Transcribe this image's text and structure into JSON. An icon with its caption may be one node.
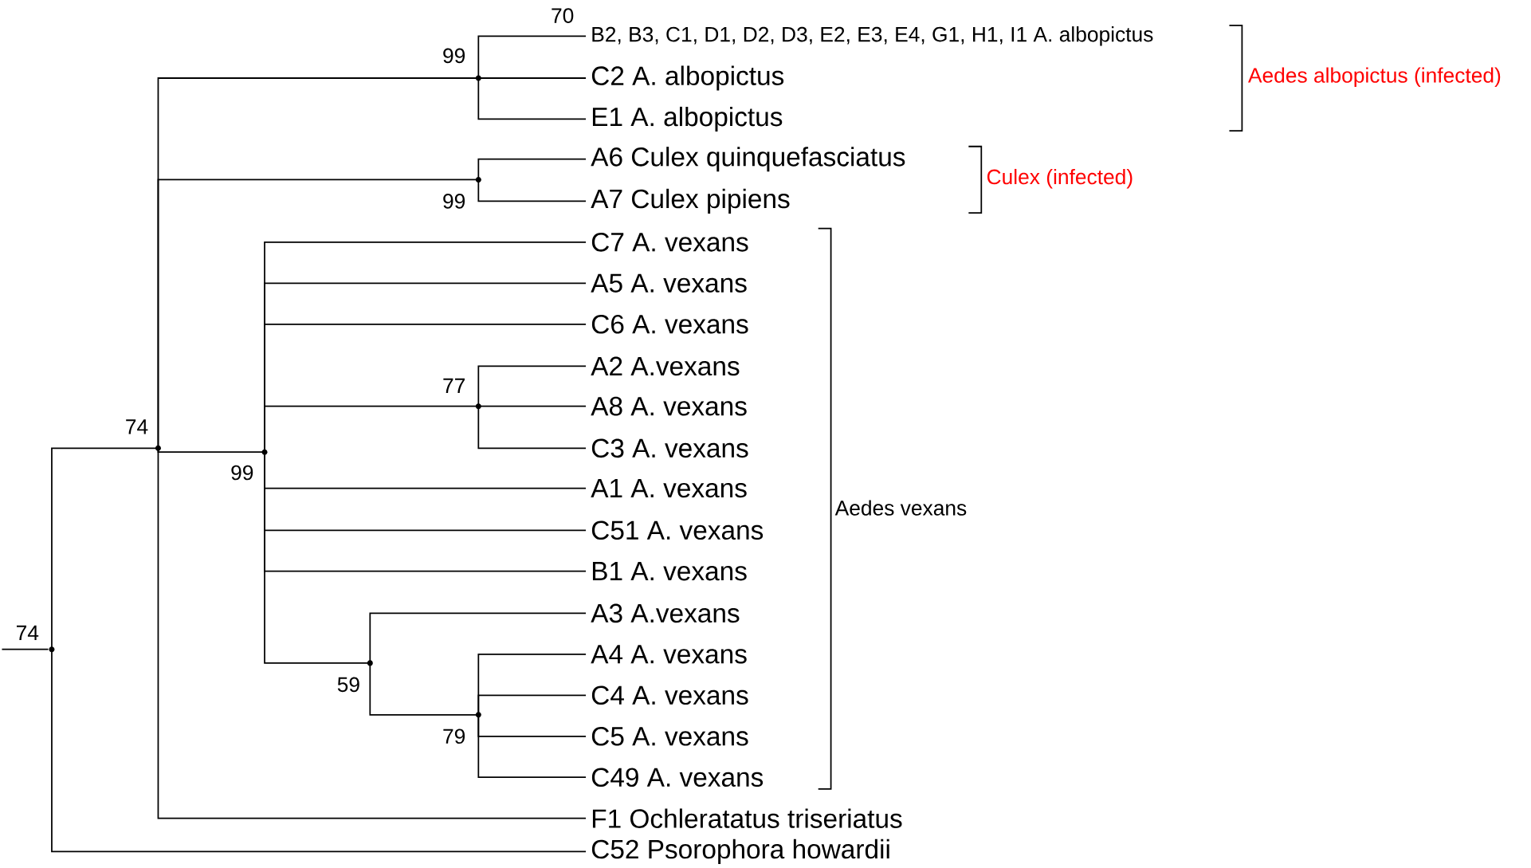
{
  "diagram": {
    "nodes": [
      {
        "text": [],
        "shape": "point",
        "beside": [
          "74"
        ]
      },
      {
        "text": [],
        "shape": "point",
        "beside": [
          "74"
        ]
      },
      {
        "text": [],
        "shape": "point",
        "beside": [
          "99"
        ]
      },
      {
        "text": [
          "B2, B3, C1, D1, D2, D3, E2, E3, E4, G1, H1, I1 A. albopictus"
        ],
        "beside": [
          "70"
        ]
      },
      {
        "text": [
          "C2 A. albopictus"
        ]
      },
      {
        "text": [
          "E1 A. albopictus"
        ]
      },
      {
        "text": [],
        "shape": "point",
        "beside": [
          "99"
        ]
      },
      {
        "text": [
          "A6 Culex quinquefasciatus"
        ]
      },
      {
        "text": [
          "A7 Culex pipiens"
        ]
      },
      {
        "text": [],
        "shape": "point",
        "beside": [
          "99"
        ]
      },
      {
        "text": [
          "C7 A. vexans"
        ]
      },
      {
        "text": [
          "A5 A. vexans"
        ]
      },
      {
        "text": [
          "C6 A. vexans"
        ]
      },
      {
        "text": [],
        "shape": "point",
        "beside": [
          "77"
        ]
      },
      {
        "text": [
          "A2 A.vexans"
        ]
      },
      {
        "text": [
          "A8 A. vexans"
        ]
      },
      {
        "text": [
          "C3 A. vexans"
        ]
      },
      {
        "text": [
          "A1 A. vexans"
        ]
      },
      {
        "text": [
          "C51 A. vexans"
        ]
      },
      {
        "text": [
          "B1 A. vexans"
        ]
      },
      {
        "text": [],
        "shape": "point",
        "beside": [
          "59"
        ]
      },
      {
        "text": [
          "A3 A.vexans"
        ]
      },
      {
        "text": [],
        "shape": "point",
        "beside": [
          "79"
        ]
      },
      {
        "text": [
          "A4 A. vexans"
        ]
      },
      {
        "text": [
          "C4 A. vexans"
        ]
      },
      {
        "text": [
          "C5 A. vexans"
        ]
      },
      {
        "text": [
          "C49 A. vexans"
        ]
      },
      {
        "text": [
          "F1 Ochleratatus triseriatus"
        ]
      },
      {
        "text": [
          "C52 Psorophora howardii"
        ]
      }
    ],
    "edges": [
      {
        "from": null,
        "to": 0,
        "arrow": "none"
      },
      {
        "from": 0,
        "to": 1,
        "arrow": "none"
      },
      {
        "from": 0,
        "to": 28,
        "arrow": "none"
      },
      {
        "from": 1,
        "to": 2,
        "arrow": "none"
      },
      {
        "from": 1,
        "to": 6,
        "arrow": "none"
      },
      {
        "from": 1,
        "to": 9,
        "arrow": "none"
      },
      {
        "from": 1,
        "to": 27,
        "arrow": "none"
      },
      {
        "from": 2,
        "to": 3,
        "arrow": "none"
      },
      {
        "from": 2,
        "to": 4,
        "arrow": "none"
      },
      {
        "from": 2,
        "to": 5,
        "arrow": "none"
      },
      {
        "from": 6,
        "to": 7,
        "arrow": "none"
      },
      {
        "from": 6,
        "to": 8,
        "arrow": "none"
      },
      {
        "from": 9,
        "to": 10,
        "arrow": "none"
      },
      {
        "from": 9,
        "to": 11,
        "arrow": "none"
      },
      {
        "from": 9,
        "to": 12,
        "arrow": "none"
      },
      {
        "from": 9,
        "to": 13,
        "arrow": "none"
      },
      {
        "from": 9,
        "to": 17,
        "arrow": "none"
      },
      {
        "from": 9,
        "to": 18,
        "arrow": "none"
      },
      {
        "from": 9,
        "to": 19,
        "arrow": "none"
      },
      {
        "from": 9,
        "to": 20,
        "arrow": "none"
      },
      {
        "from": 13,
        "to": 14,
        "arrow": "none"
      },
      {
        "from": 13,
        "to": 15,
        "arrow": "none"
      },
      {
        "from": 13,
        "to": 16,
        "arrow": "none"
      },
      {
        "from": 20,
        "to": 21,
        "arrow": "none"
      },
      {
        "from": 20,
        "to": 22,
        "arrow": "none"
      },
      {
        "from": 22,
        "to": 23,
        "arrow": "none"
      },
      {
        "from": 22,
        "to": 24,
        "arrow": "none"
      },
      {
        "from": 22,
        "to": 25,
        "arrow": "none"
      },
      {
        "from": 22,
        "to": 26,
        "arrow": "none"
      }
    ],
    "labels": [
      "Aedes albopictus (infected)",
      "Culex (infected)",
      "Aedes vexans"
    ]
  }
}
